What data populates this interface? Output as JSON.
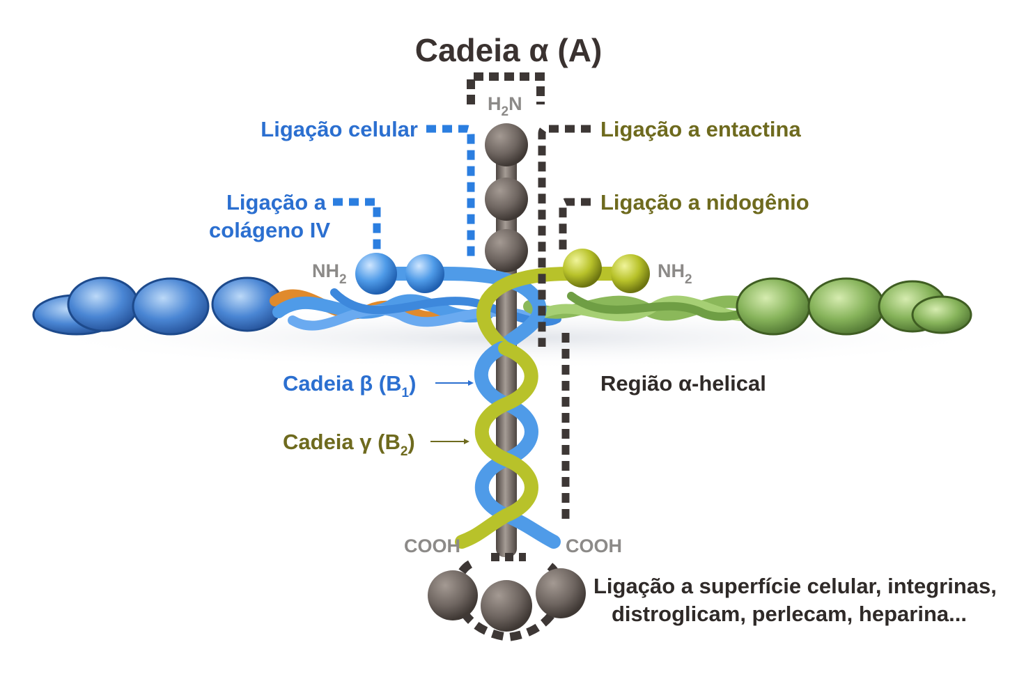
{
  "title": "Cadeia α (A)",
  "labels": {
    "h2n": "H",
    "h2n_sub": "2",
    "h2n_tail": "N",
    "cell_binding": "Ligação celular",
    "entactin_binding": "Ligação a entactina",
    "collagen_line1": "Ligação a",
    "collagen_line2": "colágeno IV",
    "nidogen_binding": "Ligação a nidogênio",
    "nh2_left": "NH",
    "nh2_left_sub": "2",
    "nh2_right": "NH",
    "nh2_right_sub": "2",
    "beta_chain": "Cadeia β (B",
    "beta_sub": "1",
    "beta_close": ")",
    "gamma_chain": "Cadeia γ (B",
    "gamma_sub": "2",
    "gamma_close": ")",
    "helical_region": "Região α-helical",
    "cooh_left": "COOH",
    "cooh_right": "COOH",
    "surface_line1": "Ligação a superfície celular, integrinas,",
    "surface_line2": "distroglicam, perlecam, heparina..."
  },
  "colors": {
    "alpha_chain": "#6e6560",
    "beta_chain": "#4f9be8",
    "gamma_chain": "#b8c22a",
    "collagen_strand": "#e08a2c",
    "right_arm": "#8bb85a",
    "label_blue": "#2b6fd0",
    "label_olive": "#6e6a1e",
    "label_dark": "#2f2a28"
  }
}
